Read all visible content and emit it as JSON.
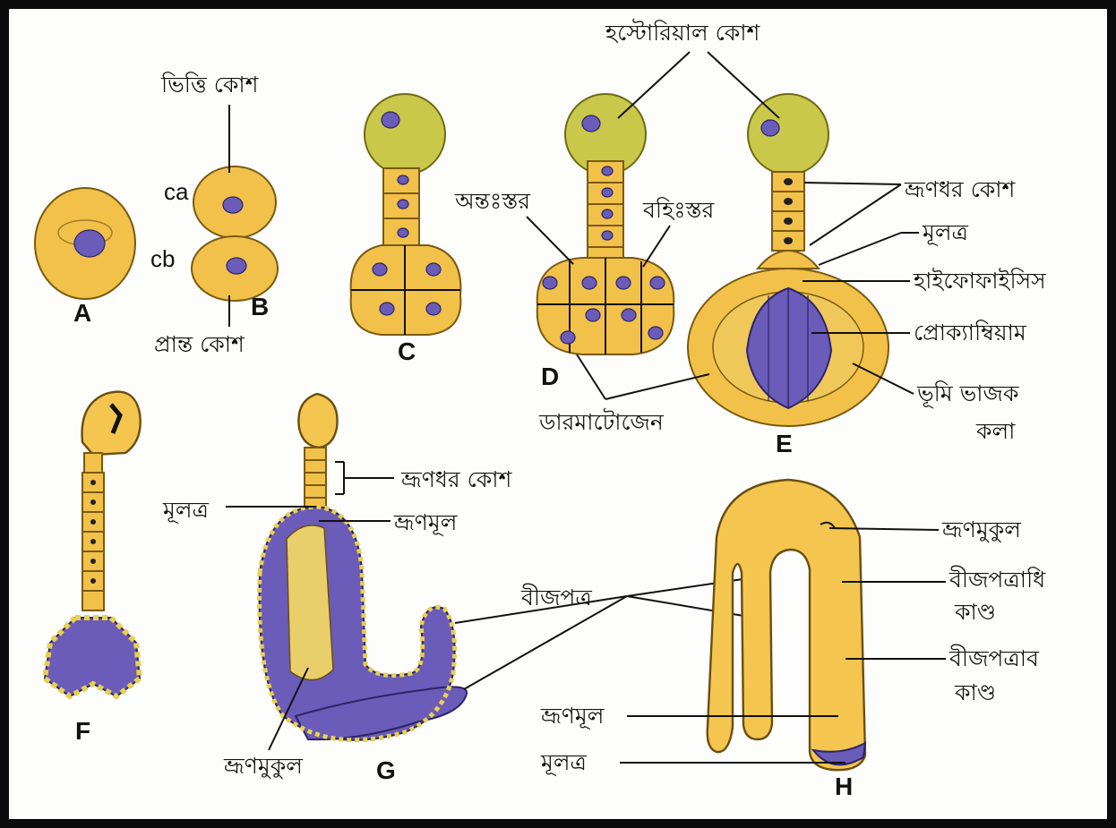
{
  "labels": {
    "bhitti_kosh": "ভিত্তি কোশ",
    "ca": "ca",
    "cb": "cb",
    "pranta_kosh": "প্রান্ত কোশ",
    "haustorial": "হস্টোরিয়াল কোশ",
    "antastar": "অন্তঃস্তর",
    "bahistar": "বহিঃস্তর",
    "dermatogen": "ডারমাটোজেন",
    "bhrundhar_E": "ভ্রূণধর কোশ",
    "multra_E": "মূলত্র",
    "hypophysis": "হাইফোফাইসিস",
    "procambium": "প্রোক্যাম্বিয়াম",
    "bhumi_line1": "ভূমি ভাজক",
    "bhumi_line2": "কলা",
    "bhrundhar_G": "ভ্রূণধর কোশ",
    "multra_G": "মূলত্র",
    "bhrunmul_G": "ভ্রূণমূল",
    "bijpatra": "বীজপত্র",
    "bhrunmukul_G": "ভ্রূণমুকুল",
    "bhrunmukul_H": "ভ্রূণমুকুল",
    "epicotyl_line1": "বীজপত্রাধি",
    "epicotyl_line2": "কাণ্ড",
    "hypocotyl_line1": "বীজপত্রাব",
    "hypocotyl_line2": "কাণ্ড",
    "bhrunmul_H": "ভ্রূণমূল",
    "multra_H": "মূলত্র"
  },
  "stages": [
    "A",
    "B",
    "C",
    "D",
    "E",
    "F",
    "G",
    "H"
  ],
  "colors": {
    "cell_yellow": "#f2c14a",
    "haustorial_green": "#c9c84a",
    "nucleus_purple": "#6a5cb8",
    "frame": "#0b0b0b"
  }
}
